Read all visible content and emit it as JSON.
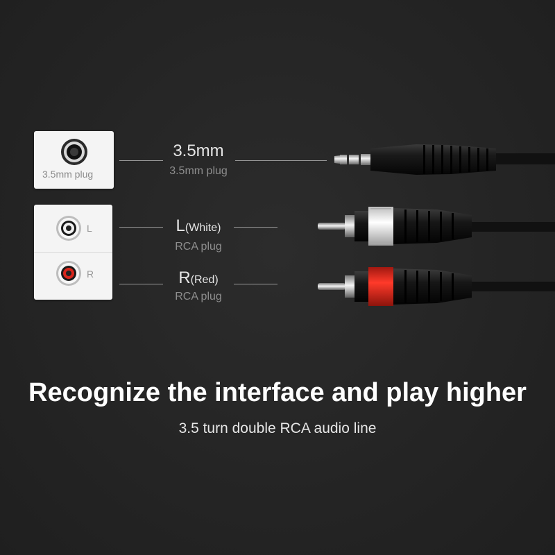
{
  "legend": {
    "jack_35": {
      "label": "3.5mm plug"
    },
    "rca_left": {
      "letter": "L"
    },
    "rca_right": {
      "letter": "R"
    }
  },
  "plugs": {
    "mm35": {
      "title": "3.5mm",
      "subtitle": "3.5mm plug"
    },
    "left": {
      "title_main": "L",
      "title_paren": "(White)",
      "subtitle": "RCA plug"
    },
    "right": {
      "title_main": "R",
      "title_paren": "(Red)",
      "subtitle": "RCA plug"
    }
  },
  "headline": "Recognize the interface and play higher",
  "tagline": "3.5 turn double RCA audio line",
  "colors": {
    "background": "#262626",
    "rca_left_collar": "#f0f0f0",
    "rca_right_collar": "#e0281e",
    "cable": "#111111"
  }
}
